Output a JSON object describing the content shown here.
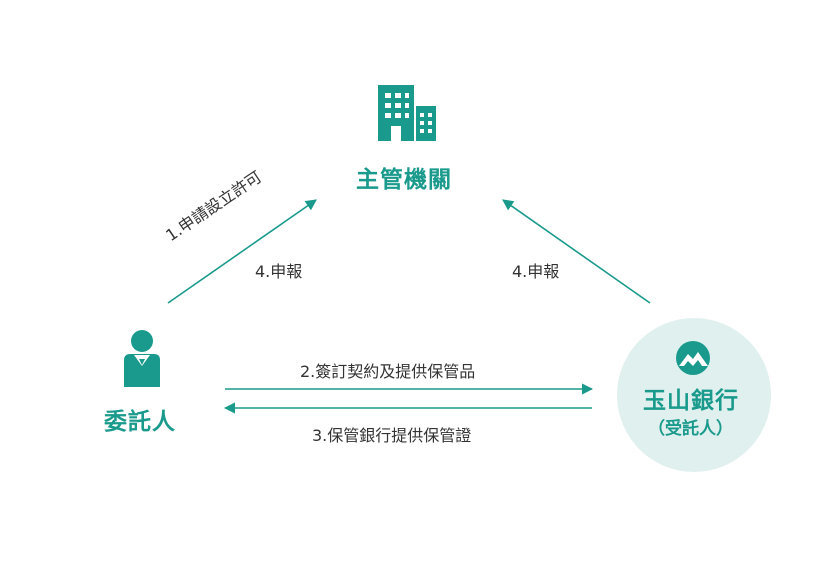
{
  "colors": {
    "accent": "#1a9a8c",
    "bank_circle": "#dff0ee",
    "text": "#333333"
  },
  "nodes": {
    "authority": {
      "label": "主管機關",
      "icon": "building-icon"
    },
    "settlor": {
      "label": "委託人",
      "icon": "person-icon"
    },
    "bank": {
      "label": "玉山銀行",
      "sublabel": "（受託人）",
      "icon": "esun-logo-icon"
    }
  },
  "edges": {
    "apply_permit": "1.申請設立許可",
    "report_left": "4.申報",
    "report_right": "4.申報",
    "sign_contract": "2.簽訂契約及提供保管品",
    "provide_certificate": "3.保管銀行提供保管證"
  }
}
